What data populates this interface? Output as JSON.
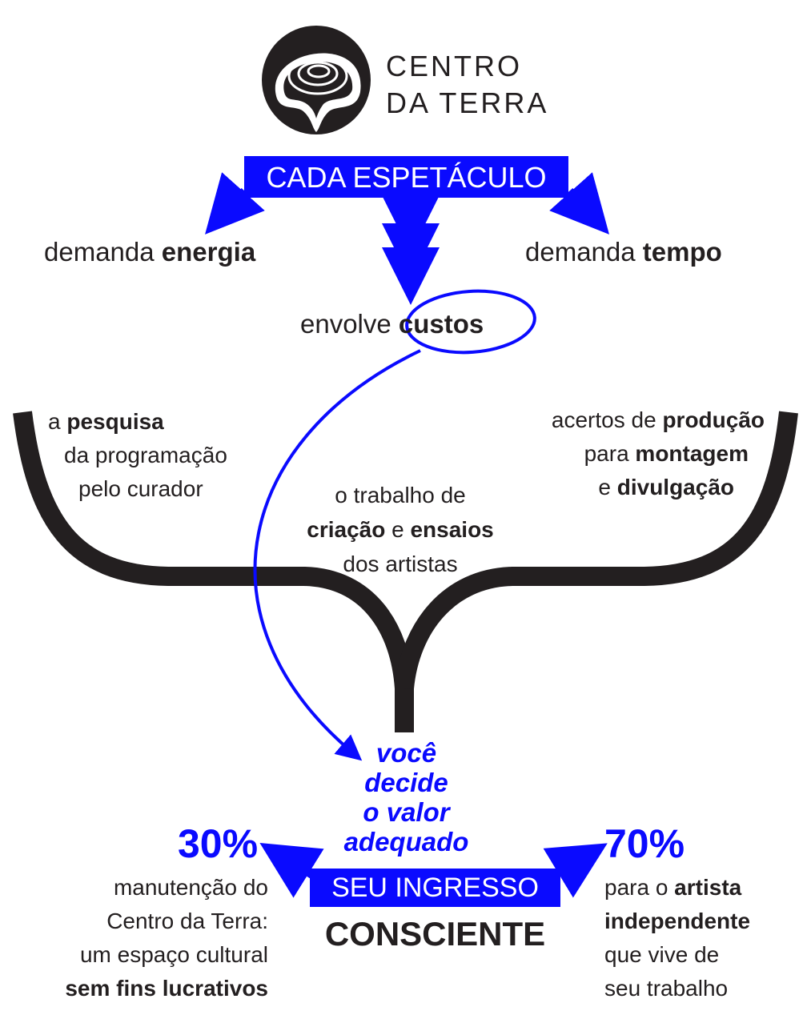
{
  "logo": {
    "line1": "CENTRO",
    "line2": "DA TERRA"
  },
  "header_box": "CADA ESPETÁCULO",
  "demands": {
    "left": {
      "pre": "demanda ",
      "bold": "energia"
    },
    "right": {
      "pre": "demanda ",
      "bold": "tempo"
    }
  },
  "costs": {
    "pre": "envolve ",
    "bold": "custos"
  },
  "left_block": {
    "l1_pre": "a ",
    "l1_bold": "pesquisa",
    "l2": "da programação",
    "l3": "pelo curador"
  },
  "center_block": {
    "l1": "o trabalho de",
    "l2_bold1": "criação",
    "l2_mid": " e ",
    "l2_bold2": "ensaios",
    "l3": "dos artistas"
  },
  "right_block": {
    "l1_pre": "acertos de ",
    "l1_bold": "produção",
    "l2_pre": "para ",
    "l2_bold": "montagem",
    "l3_pre": "e ",
    "l3_bold": "divulgação"
  },
  "decide": [
    "você",
    "decide",
    "o valor",
    "adequado"
  ],
  "ticket_box": "SEU INGRESSO",
  "ticket_sub": "CONSCIENTE",
  "left_share": {
    "percent": "30%",
    "l1": "manutenção do",
    "l2": "Centro da Terra:",
    "l3": "um espaço cultural",
    "l4_bold": "sem fins lucrativos"
  },
  "right_share": {
    "percent": "70%",
    "l1_pre": "para o ",
    "l1_bold": "artista",
    "l2_bold": "independente",
    "l3": "que vive de",
    "l4": "seu trabalho"
  },
  "colors": {
    "accent": "#0a0aff",
    "ink": "#231f20"
  }
}
